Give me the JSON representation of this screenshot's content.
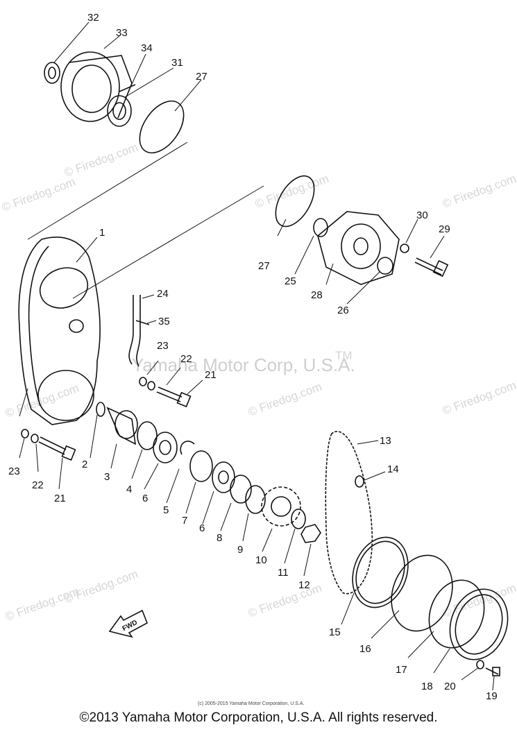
{
  "watermark": {
    "site": "© Firedog.com",
    "brand": "Yamaha Motor Corp, U.S.A.",
    "tm": "TM"
  },
  "small_copyright": "(c) 2005-2015 Yamaha Motor Corporation, U.S.A.",
  "footer": "©2013 Yamaha Motor Corporation, U.S.A. All rights reserved.",
  "direction_marker": "FWD",
  "part_labels": [
    "32",
    "33",
    "34",
    "31",
    "27",
    "1",
    "27",
    "25",
    "28",
    "26",
    "30",
    "29",
    "24",
    "35",
    "23",
    "22",
    "21",
    "23",
    "22",
    "21",
    "2",
    "3",
    "4",
    "6",
    "5",
    "7",
    "6",
    "8",
    "9",
    "10",
    "11",
    "12",
    "13",
    "14",
    "15",
    "16",
    "17",
    "18",
    "20",
    "19"
  ]
}
